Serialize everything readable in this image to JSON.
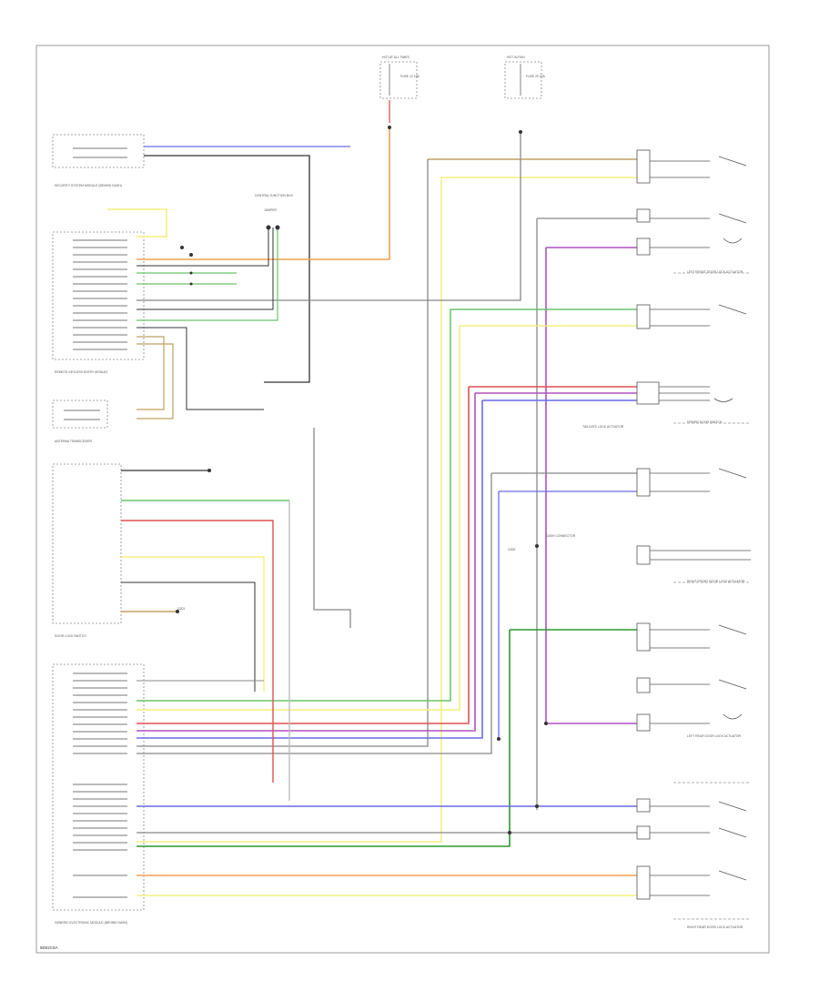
{
  "diagram": {
    "page_code": "9D02C6A",
    "components": {
      "hot_at_all_times": "HOT AT ALL TIMES",
      "hot_in_run": "HOT IN RUN",
      "fuse_12": "FUSE 12 15A",
      "fuse_29": "FUSE 29 10A",
      "central_junction_box": "CENTRAL JUNCTION BOX",
      "security_system_module": "SECURITY SYSTEM MODULE (BEHIND DASH)",
      "keyless_entry_module": "REMOTE KEYLESS ENTRY MODULE",
      "antenna_transceiver": "ANTENNA TRANSCEIVER",
      "door_lock_switch": "DOOR LOCK SWITCH",
      "driver_door_switch": "DRIVER DOOR SWITCH",
      "lf_door_actuator": "LEFT FRONT DOOR LOCK ACTUATOR",
      "rf_door_actuator": "RIGHT FRONT DOOR LOCK ACTUATOR",
      "lr_door_actuator": "LEFT REAR DOOR LOCK ACTUATOR",
      "rr_door_actuator": "RIGHT REAR DOOR LOCK ACTUATOR",
      "tailgate_actuator": "TAILGATE LOCK ACTUATOR",
      "generic_electronic_module": "GENERIC ELECTRONIC MODULE (BEHIND DASH)",
      "dash_connector": "DASH CONNECTOR",
      "ground": "G200",
      "ground_2": "G201",
      "jumper": "JUMPER"
    },
    "wire_colors": {
      "red": "#e05050",
      "orange": "#f5a050",
      "yellow": "#f2f080",
      "green": "#6ac46a",
      "blue": "#6a6ae6",
      "purple": "#b050c0",
      "gray": "#888888",
      "black": "#333333",
      "olive": "#b0a060"
    }
  }
}
